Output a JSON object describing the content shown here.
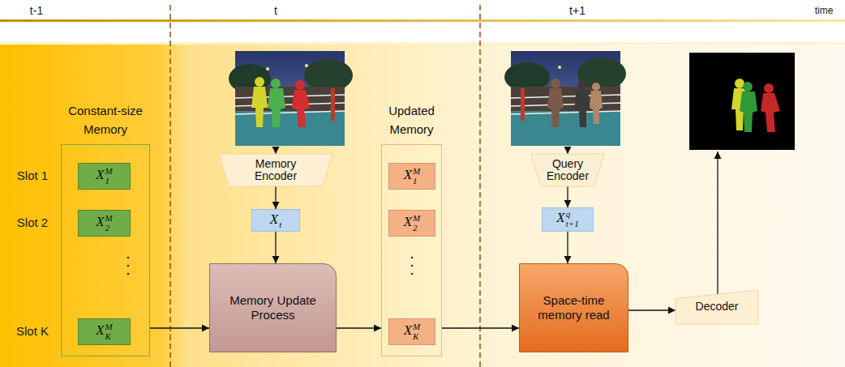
{
  "diagram": {
    "nodes": [
      {
        "text": [
          "Constant-size Memory"
        ]
      },
      {
        "text": [
          "X1M"
        ],
        "in": 0
      },
      {
        "text": [
          "X2M"
        ],
        "in": 0
      },
      {
        "text": [
          "XKM"
        ],
        "in": 0
      },
      {
        "text": [
          "Memory Encoder"
        ]
      },
      {
        "text": [
          "Xt"
        ]
      },
      {
        "text": [
          "Memory Update Process"
        ]
      },
      {
        "text": [
          "Updated Memory"
        ]
      },
      {
        "text": [
          "X1M"
        ],
        "in": 7
      },
      {
        "text": [
          "X2M"
        ],
        "in": 7
      },
      {
        "text": [
          "XKM"
        ],
        "in": 7
      },
      {
        "text": [
          "Query Encoder"
        ]
      },
      {
        "text": [
          "Xt+1q"
        ]
      },
      {
        "text": [
          "Space-time memory read"
        ]
      },
      {
        "text": [
          "Decoder"
        ]
      }
    ],
    "edges": [
      {
        "from": 4,
        "to": 5,
        "arrow": "to"
      },
      {
        "from": 5,
        "to": 6,
        "arrow": "to"
      },
      {
        "from": 0,
        "to": 6,
        "arrow": "to"
      },
      {
        "from": 6,
        "to": 7,
        "arrow": "to"
      },
      {
        "from": 7,
        "to": 13,
        "arrow": "to"
      },
      {
        "from": 11,
        "to": 12,
        "arrow": "to"
      },
      {
        "from": 12,
        "to": 13,
        "arrow": "to"
      },
      {
        "from": 13,
        "to": 14,
        "arrow": "to"
      }
    ],
    "labels": [
      "t-1",
      "t",
      "t+1",
      "time",
      "Slot 1",
      "Slot 2",
      "Slot K"
    ]
  }
}
